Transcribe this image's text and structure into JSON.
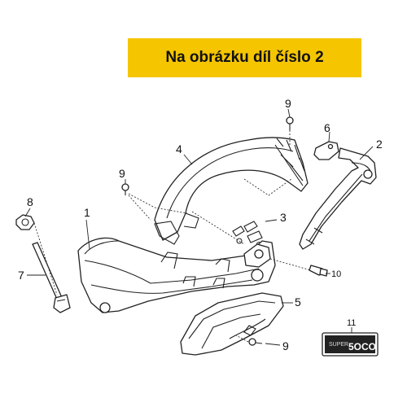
{
  "banner": {
    "text": "Na obrázku díl číslo 2"
  },
  "callouts": {
    "c1": "1",
    "c2": "2",
    "c3": "3",
    "c4": "4",
    "c5": "5",
    "c6": "6",
    "c7": "7",
    "c8": "8",
    "c9a": "9",
    "c9b": "9",
    "c9c": "9",
    "c10": "10",
    "c11": "11"
  },
  "badge": {
    "text": "5OCO",
    "subtext": "SUPER"
  },
  "colors": {
    "banner": "#f5c500",
    "line": "#222222"
  }
}
